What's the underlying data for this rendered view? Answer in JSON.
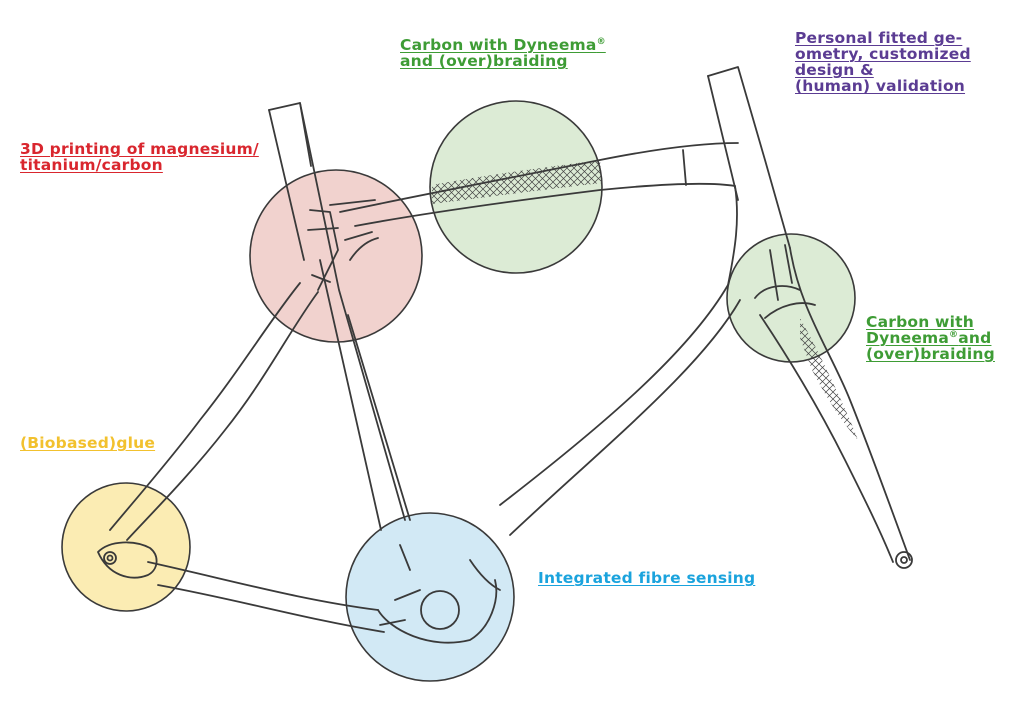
{
  "labels": {
    "printing": {
      "lines": [
        "3D printing of magnesium/",
        "titanium/carbon"
      ]
    },
    "braid_top": {
      "line1_a": "Carbon with Dyneema",
      "line1_sup": "®",
      "line2": "and (over)braiding"
    },
    "geometry": {
      "lines": [
        "Personal fitted ge-",
        "ometry, customized",
        "design &",
        "(human) validation"
      ]
    },
    "braid_right": {
      "line1": "Carbon with",
      "line2_a": "Dyneema",
      "line2_sup": "®",
      "line2_b": "and",
      "line3": "(over)braiding"
    },
    "glue": {
      "text": "(Biobased)glue"
    },
    "sensing": {
      "text": "Integrated fibre sensing"
    }
  },
  "colors": {
    "printing": "#d9262e",
    "braiding": "#3e9c35",
    "geometry": "#5b3c93",
    "glue": "#f2c12e",
    "sensing": "#1aa3dd",
    "circle_red": "#f1d2ce",
    "circle_green": "#dcebd5",
    "circle_yellow": "#fbecb3",
    "circle_blue": "#d2e9f5",
    "stroke": "#3a3a3a"
  }
}
